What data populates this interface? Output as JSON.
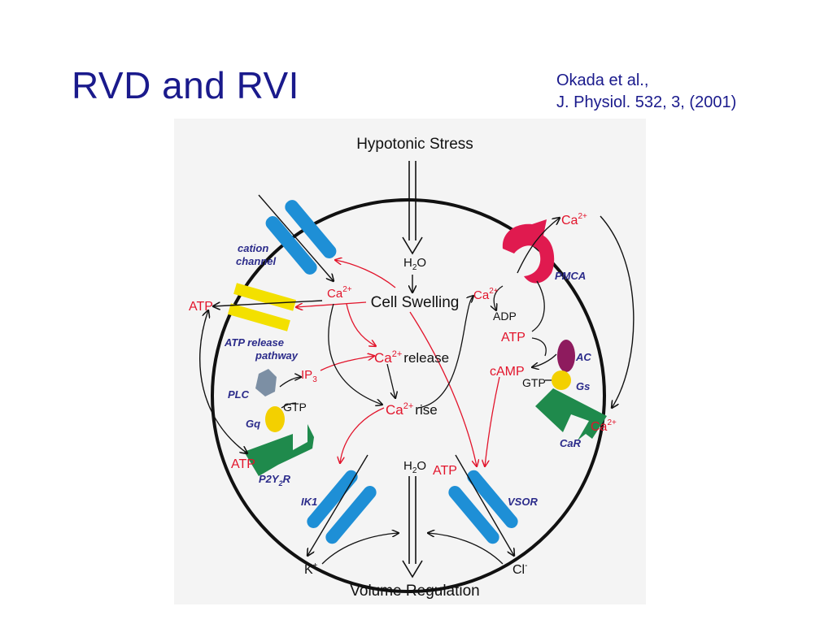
{
  "slide": {
    "title": "RVD and RVI",
    "citation_line1": "Okada et al.,",
    "citation_line2": "J. Physiol. 532, 3, (2001)"
  },
  "diagram": {
    "hypotonic_stress": "Hypotonic Stress",
    "volume_regulation": "Volume Regulation",
    "cell_swelling": "Cell Swelling",
    "h2o_in_main": "H",
    "h2o_in_sub": "2",
    "h2o_in_tail": "O",
    "h2o_out_main": "H",
    "h2o_out_sub": "2",
    "h2o_out_tail": "O",
    "ca": "Ca",
    "ca_charge": "2+",
    "release": "release",
    "rise": "rise",
    "atp": "ATP",
    "adp": "ADP",
    "gtp": "GTP",
    "camp": "cAMP",
    "ip": "IP",
    "ip_sub": "3",
    "k": "K",
    "k_charge": "+",
    "cl": "Cl",
    "cl_charge": "-",
    "cation_channel_1": "cation",
    "cation_channel_2": "channel",
    "atp_release_1": "ATP  release",
    "atp_release_2": "pathway",
    "plc": "PLC",
    "gq": "Gq",
    "p2y_main": "P2Y",
    "p2y_sub": "2",
    "p2y_tail": "R",
    "ik1": "IK1",
    "vsor": "VSOR",
    "pmca": "PMCA",
    "ac": "AC",
    "gs": "Gs",
    "car": "CaR"
  },
  "colors": {
    "title": "#1a1a8c",
    "red": "#e2142b",
    "navy": "#2b2b8a",
    "channel_blue": "#1e8fd6",
    "atp_yellow": "#f3e000",
    "gprotein_yellow": "#f3d000",
    "receptor_green": "#1f8a4c",
    "plc_grey": "#7c8fa4",
    "pmca_red": "#e01a4f",
    "ac_purple": "#8e1b5e",
    "panel_bg": "#f4f4f4"
  }
}
